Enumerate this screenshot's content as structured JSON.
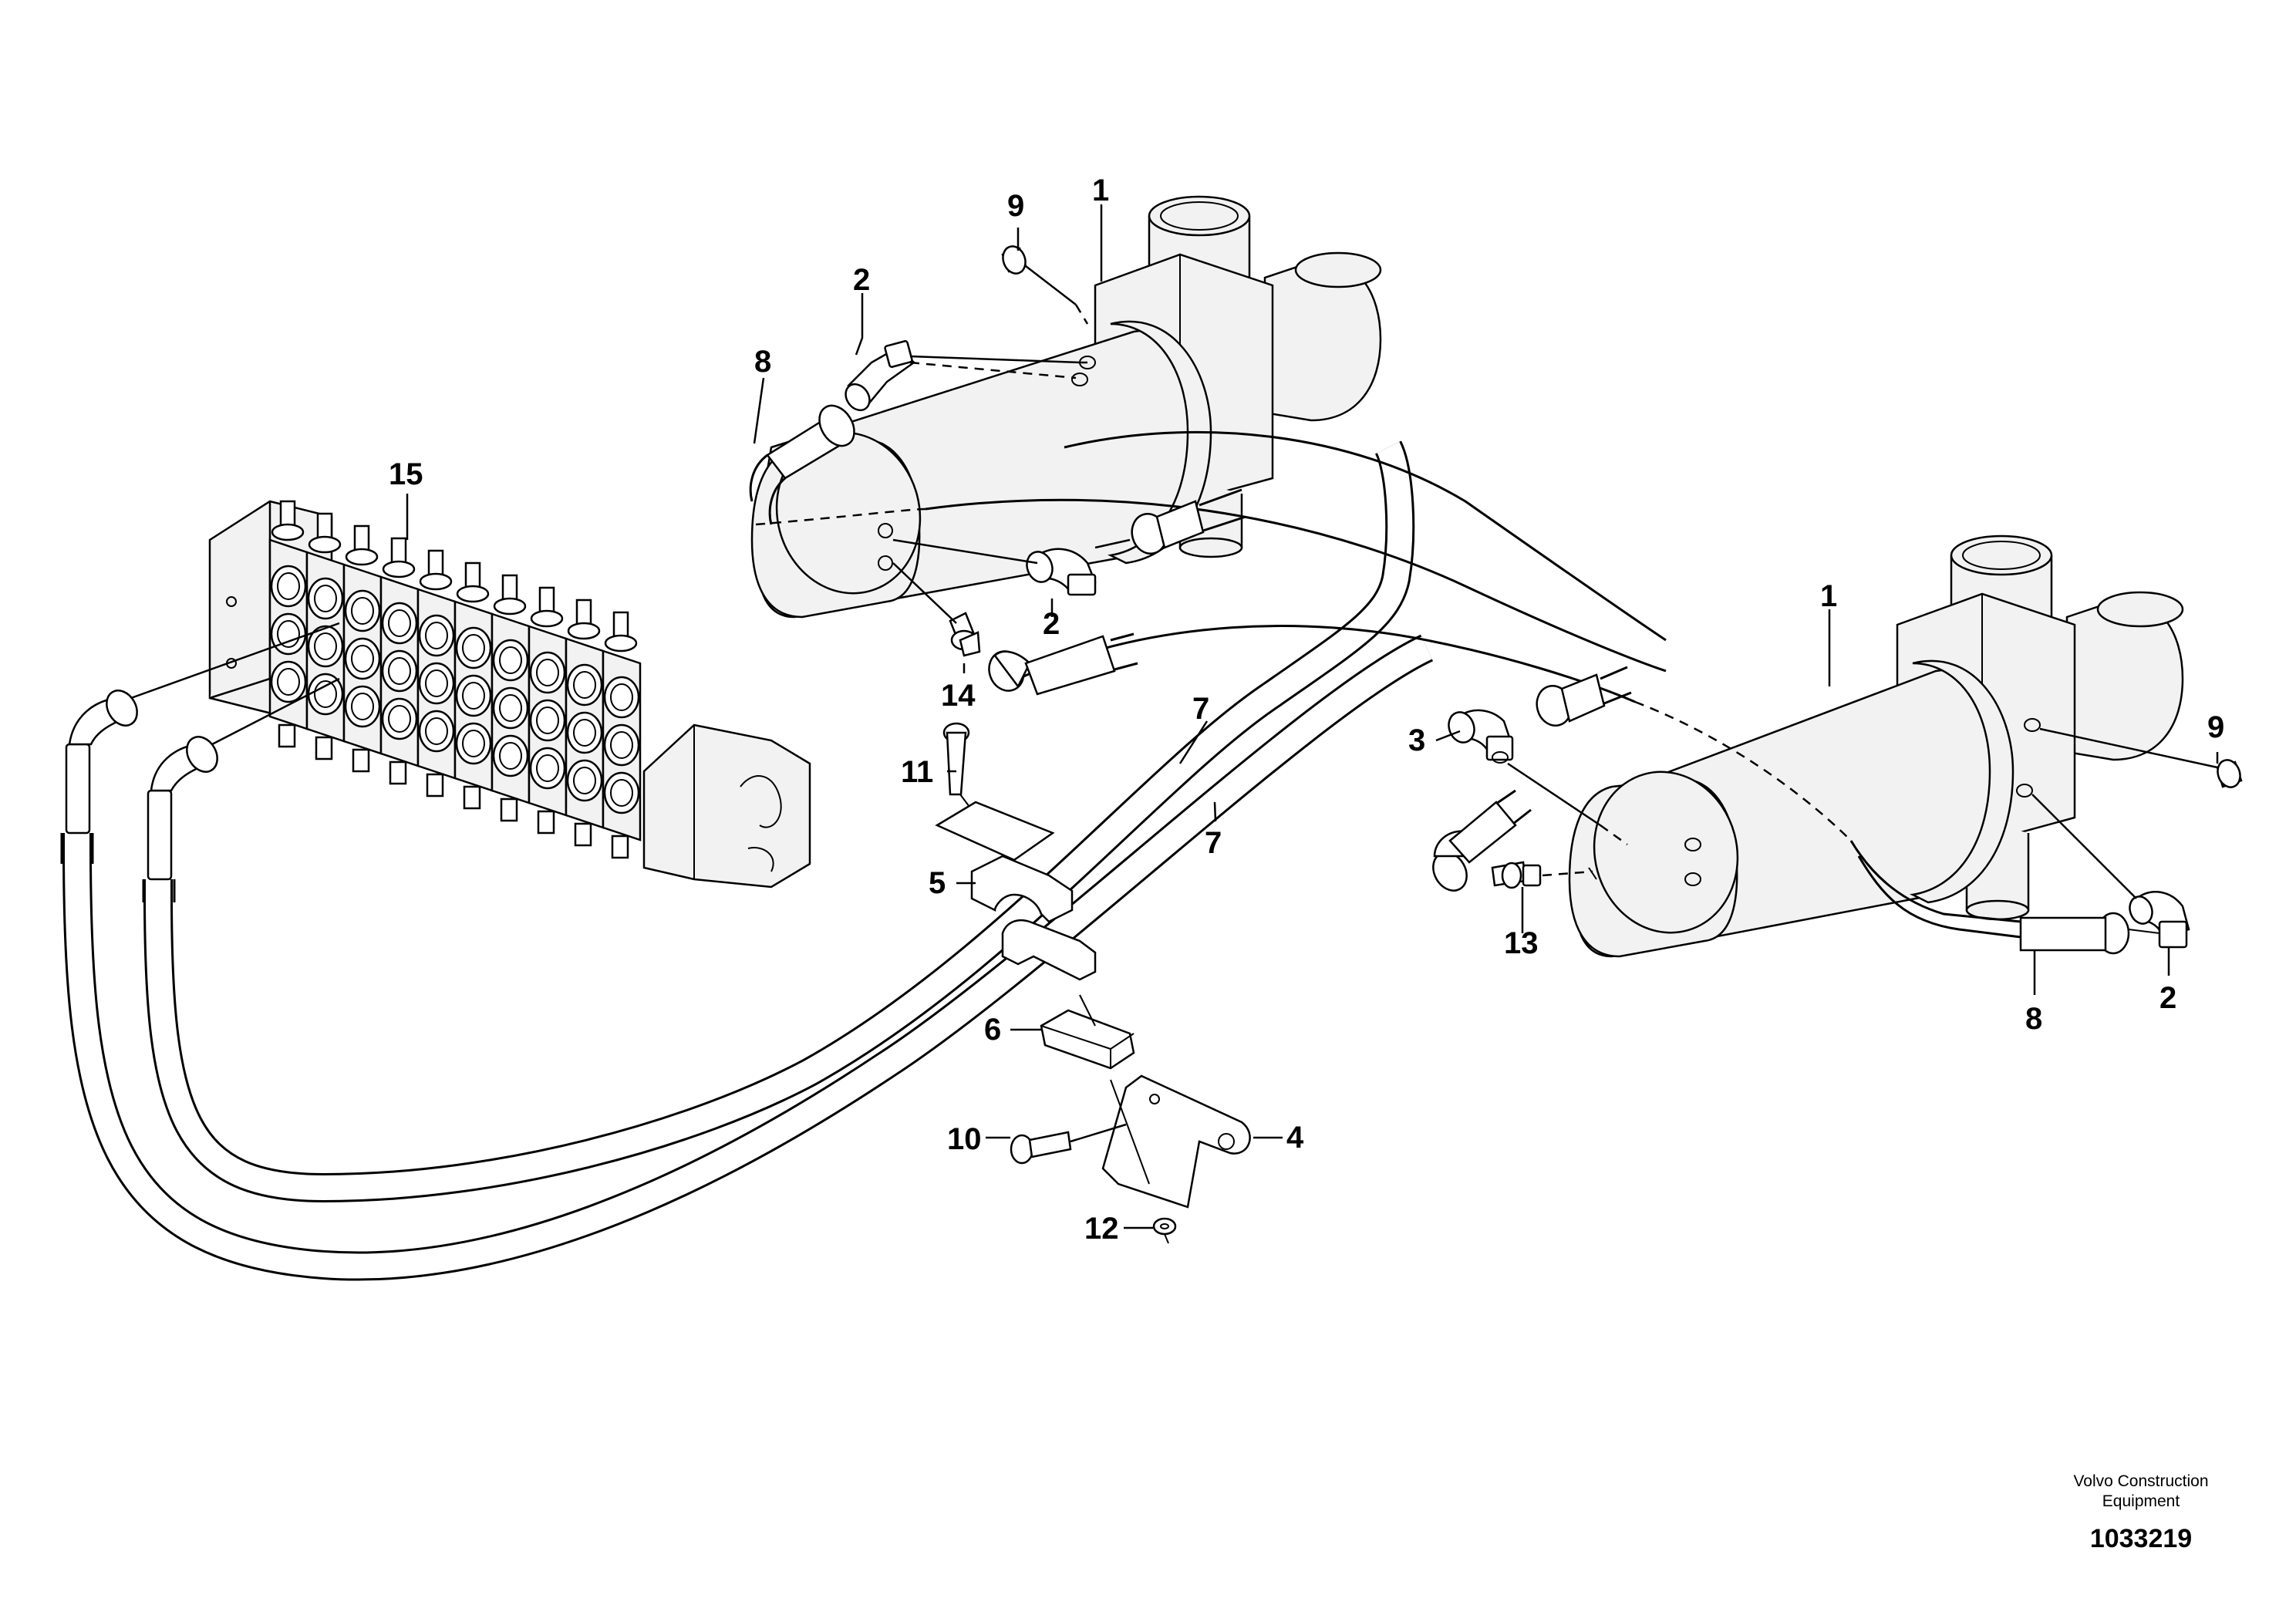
{
  "callouts": {
    "c1a": "1",
    "c1b": "1",
    "c2a": "2",
    "c2b": "2",
    "c2c": "2",
    "c3": "3",
    "c4": "4",
    "c5": "5",
    "c6": "6",
    "c7a": "7",
    "c7b": "7",
    "c8a": "8",
    "c8b": "8",
    "c9a": "9",
    "c9b": "9",
    "c10": "10",
    "c11": "11",
    "c12": "12",
    "c13": "13",
    "c14": "14",
    "c15": "15"
  },
  "footer": {
    "company_line1": "Volvo Construction",
    "company_line2": "Equipment",
    "doc_number": "1033219"
  }
}
